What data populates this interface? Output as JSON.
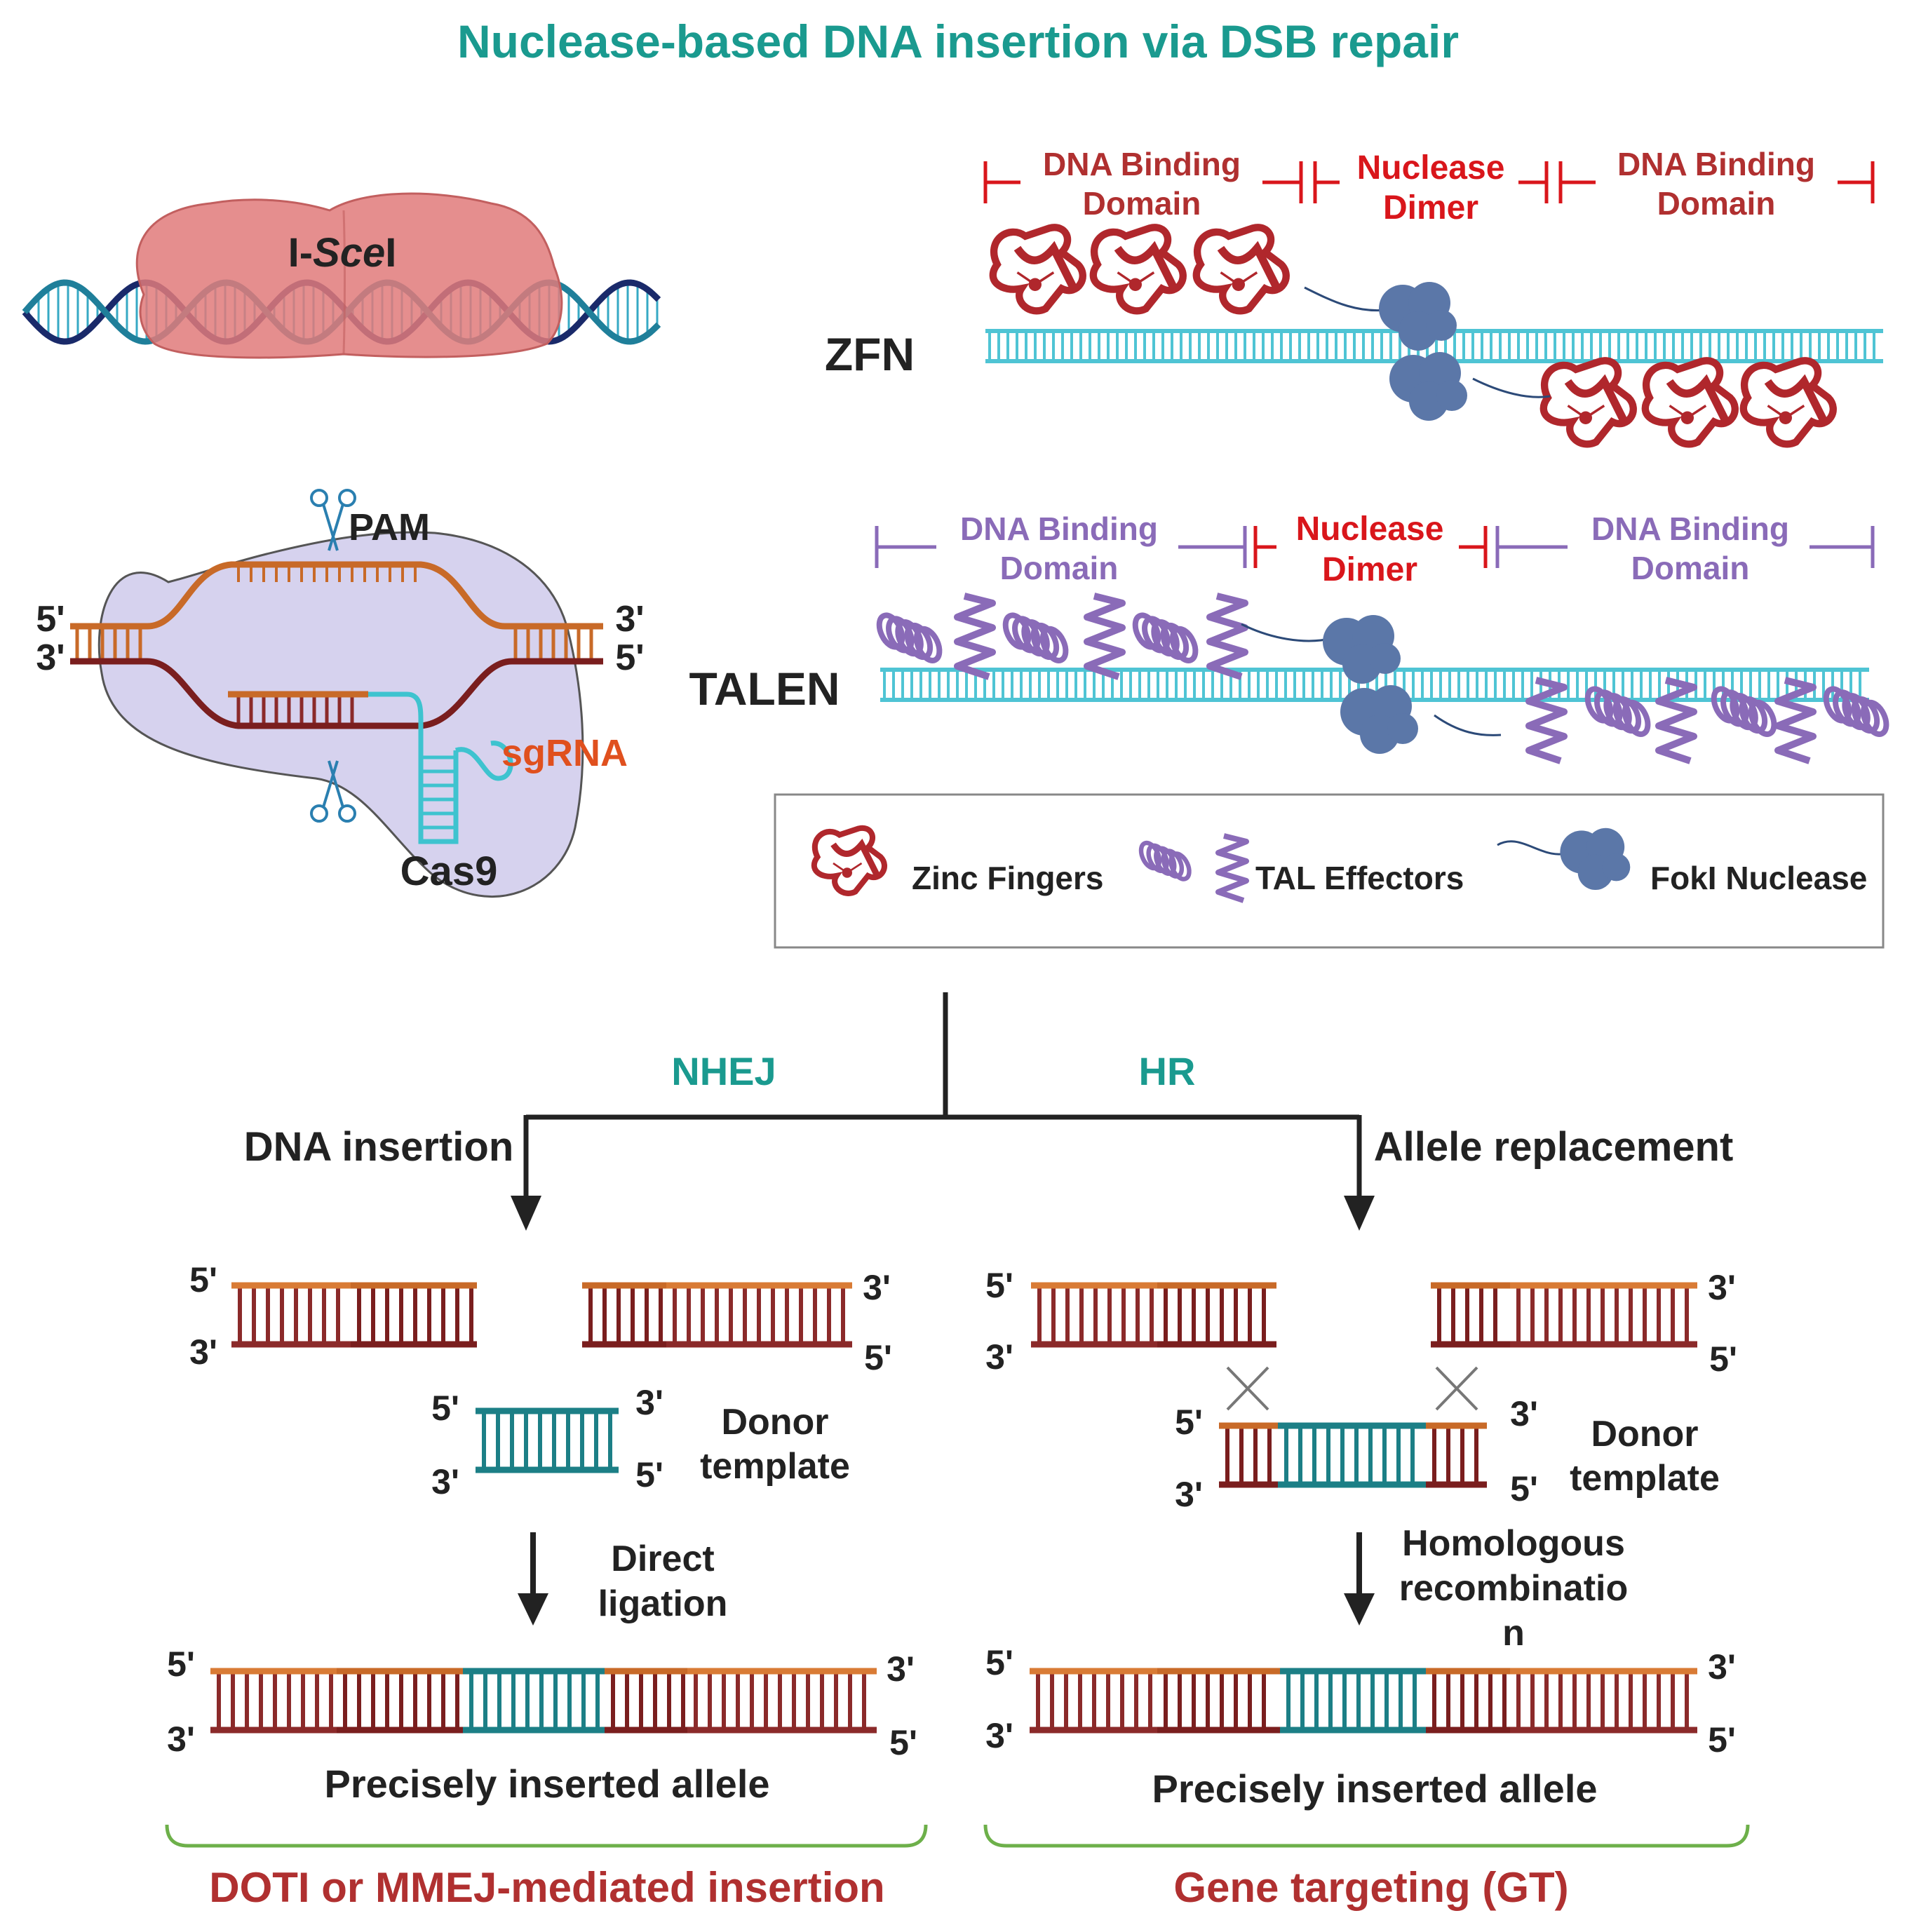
{
  "title": "Nuclease-based DNA insertion via DSB repair",
  "colors": {
    "teal": "#1a9a8f",
    "red": "#b03030",
    "bright_red": "#d9161b",
    "purple": "#8a6bb8",
    "dark": "#222222",
    "orange": "#c86a28",
    "maroon": "#7a1e1e",
    "cyan": "#4fc4d4",
    "fokI": "#5b77a8",
    "green": "#6db04a",
    "sgRNA": "#e0501e"
  },
  "iscei": {
    "label_prefix": "I-",
    "label_italic": "Sce",
    "label_suffix": "I"
  },
  "cas9": {
    "pam": "PAM",
    "sgrna": "sgRNA",
    "name": "Cas9",
    "five_prime": "5'",
    "three_prime": "3'"
  },
  "zfn": {
    "name": "ZFN",
    "left_domain_l1": "DNA Binding",
    "left_domain_l2": "Domain",
    "dimer_l1": "Nuclease",
    "dimer_l2": "Dimer",
    "right_domain_l1": "DNA Binding",
    "right_domain_l2": "Domain"
  },
  "talen": {
    "name": "TALEN",
    "left_domain_l1": "DNA Binding",
    "left_domain_l2": "Domain",
    "dimer_l1": "Nuclease",
    "dimer_l2": "Dimer",
    "right_domain_l1": "DNA Binding",
    "right_domain_l2": "Domain"
  },
  "legend": {
    "zinc": "Zinc Fingers",
    "tal": "TAL Effectors",
    "foki": "FokI Nuclease"
  },
  "pathways": {
    "nhej": "NHEJ",
    "hr": "HR",
    "left_branch": "DNA insertion",
    "right_branch": "Allele replacement"
  },
  "left_panel": {
    "donor_l1": "Donor",
    "donor_l2": "template",
    "step_l1": "Direct",
    "step_l2": "ligation",
    "result": "Precisely inserted allele",
    "outcome": "DOTI or MMEJ-mediated insertion"
  },
  "right_panel": {
    "donor_l1": "Donor",
    "donor_l2": "template",
    "step_l1": "Homologous",
    "step_l2": "recombinatio",
    "step_l3": "n",
    "result": "Precisely inserted allele",
    "outcome": "Gene targeting (GT)"
  },
  "ends": {
    "five": "5'",
    "three": "3'"
  }
}
